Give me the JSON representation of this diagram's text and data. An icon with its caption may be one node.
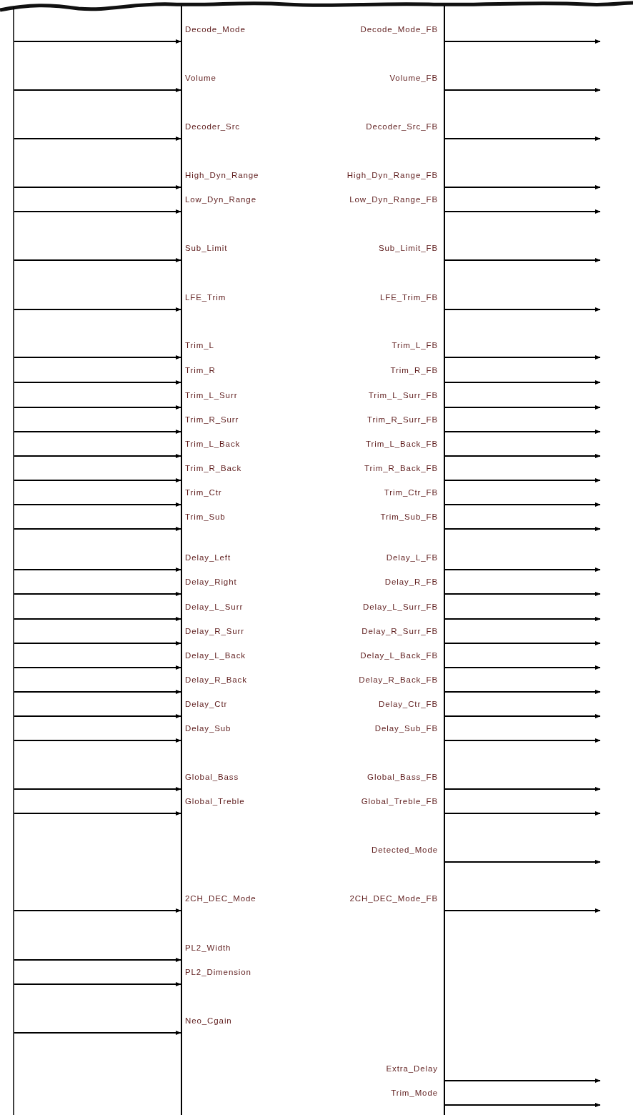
{
  "diagram": {
    "nodes": [
      {
        "text": [],
        "shape": "box"
      },
      {
        "text": [
          "Decode_Mode"
        ],
        "in": 0
      },
      {
        "text": [
          "Decode_Mode_FB"
        ],
        "in": 0
      },
      {
        "text": [
          "Volume"
        ],
        "in": 0
      },
      {
        "text": [
          "Volume_FB"
        ],
        "in": 0
      },
      {
        "text": [
          "Decoder_Src"
        ],
        "in": 0
      },
      {
        "text": [
          "Decoder_Src_FB"
        ],
        "in": 0
      },
      {
        "text": [
          "High_Dyn_Range"
        ],
        "in": 0
      },
      {
        "text": [
          "High_Dyn_Range_FB"
        ],
        "in": 0
      },
      {
        "text": [
          "Low_Dyn_Range"
        ],
        "in": 0
      },
      {
        "text": [
          "Low_Dyn_Range_FB"
        ],
        "in": 0
      },
      {
        "text": [
          "Sub_Limit"
        ],
        "in": 0
      },
      {
        "text": [
          "Sub_Limit_FB"
        ],
        "in": 0
      },
      {
        "text": [
          "LFE_Trim"
        ],
        "in": 0
      },
      {
        "text": [
          "LFE_Trim_FB"
        ],
        "in": 0
      },
      {
        "text": [
          "Trim_L"
        ],
        "in": 0
      },
      {
        "text": [
          "Trim_L_FB"
        ],
        "in": 0
      },
      {
        "text": [
          "Trim_R"
        ],
        "in": 0
      },
      {
        "text": [
          "Trim_R_FB"
        ],
        "in": 0
      },
      {
        "text": [
          "Trim_L_Surr"
        ],
        "in": 0
      },
      {
        "text": [
          "Trim_L_Surr_FB"
        ],
        "in": 0
      },
      {
        "text": [
          "Trim_R_Surr"
        ],
        "in": 0
      },
      {
        "text": [
          "Trim_R_Surr_FB"
        ],
        "in": 0
      },
      {
        "text": [
          "Trim_L_Back"
        ],
        "in": 0
      },
      {
        "text": [
          "Trim_L_Back_FB"
        ],
        "in": 0
      },
      {
        "text": [
          "Trim_R_Back"
        ],
        "in": 0
      },
      {
        "text": [
          "Trim_R_Back_FB"
        ],
        "in": 0
      },
      {
        "text": [
          "Trim_Ctr"
        ],
        "in": 0
      },
      {
        "text": [
          "Trim_Ctr_FB"
        ],
        "in": 0
      },
      {
        "text": [
          "Trim_Sub"
        ],
        "in": 0
      },
      {
        "text": [
          "Trim_Sub_FB"
        ],
        "in": 0
      },
      {
        "text": [
          "Delay_Left"
        ],
        "in": 0
      },
      {
        "text": [
          "Delay_L_FB"
        ],
        "in": 0
      },
      {
        "text": [
          "Delay_Right"
        ],
        "in": 0
      },
      {
        "text": [
          "Delay_R_FB"
        ],
        "in": 0
      },
      {
        "text": [
          "Delay_L_Surr"
        ],
        "in": 0
      },
      {
        "text": [
          "Delay_L_Surr_FB"
        ],
        "in": 0
      },
      {
        "text": [
          "Delay_R_Surr"
        ],
        "in": 0
      },
      {
        "text": [
          "Delay_R_Surr_FB"
        ],
        "in": 0
      },
      {
        "text": [
          "Delay_L_Back"
        ],
        "in": 0
      },
      {
        "text": [
          "Delay_L_Back_FB"
        ],
        "in": 0
      },
      {
        "text": [
          "Delay_R_Back"
        ],
        "in": 0
      },
      {
        "text": [
          "Delay_R_Back_FB"
        ],
        "in": 0
      },
      {
        "text": [
          "Delay_Ctr"
        ],
        "in": 0
      },
      {
        "text": [
          "Delay_Ctr_FB"
        ],
        "in": 0
      },
      {
        "text": [
          "Delay_Sub"
        ],
        "in": 0
      },
      {
        "text": [
          "Delay_Sub_FB"
        ],
        "in": 0
      },
      {
        "text": [
          "Global_Bass"
        ],
        "in": 0
      },
      {
        "text": [
          "Global_Bass_FB"
        ],
        "in": 0
      },
      {
        "text": [
          "Global_Treble"
        ],
        "in": 0
      },
      {
        "text": [
          "Global_Treble_FB"
        ],
        "in": 0
      },
      {
        "text": [
          "Detected_Mode"
        ],
        "in": 0
      },
      {
        "text": [
          "2CH_DEC_Mode"
        ],
        "in": 0
      },
      {
        "text": [
          "2CH_DEC_Mode_FB"
        ],
        "in": 0
      },
      {
        "text": [
          "PL2_Width"
        ],
        "in": 0
      },
      {
        "text": [
          "PL2_Dimension"
        ],
        "in": 0
      },
      {
        "text": [
          "Neo_Cgain"
        ],
        "in": 0
      },
      {
        "text": [
          "Extra_Delay"
        ],
        "in": 0
      },
      {
        "text": [
          "Trim_Mode"
        ],
        "in": 0
      }
    ],
    "edges": [
      {
        "from": null,
        "to": 1,
        "arrow": "to"
      },
      {
        "from": 2,
        "to": null,
        "arrow": "to"
      },
      {
        "from": null,
        "to": 3,
        "arrow": "to"
      },
      {
        "from": 4,
        "to": null,
        "arrow": "to"
      },
      {
        "from": null,
        "to": 5,
        "arrow": "to"
      },
      {
        "from": 6,
        "to": null,
        "arrow": "to"
      },
      {
        "from": null,
        "to": 7,
        "arrow": "to"
      },
      {
        "from": 8,
        "to": null,
        "arrow": "to"
      },
      {
        "from": null,
        "to": 9,
        "arrow": "to"
      },
      {
        "from": 10,
        "to": null,
        "arrow": "to"
      },
      {
        "from": null,
        "to": 11,
        "arrow": "to"
      },
      {
        "from": 12,
        "to": null,
        "arrow": "to"
      },
      {
        "from": null,
        "to": 13,
        "arrow": "to"
      },
      {
        "from": 14,
        "to": null,
        "arrow": "to"
      },
      {
        "from": null,
        "to": 15,
        "arrow": "to"
      },
      {
        "from": 16,
        "to": null,
        "arrow": "to"
      },
      {
        "from": null,
        "to": 17,
        "arrow": "to"
      },
      {
        "from": 18,
        "to": null,
        "arrow": "to"
      },
      {
        "from": null,
        "to": 19,
        "arrow": "to"
      },
      {
        "from": 20,
        "to": null,
        "arrow": "to"
      },
      {
        "from": null,
        "to": 21,
        "arrow": "to"
      },
      {
        "from": 22,
        "to": null,
        "arrow": "to"
      },
      {
        "from": null,
        "to": 23,
        "arrow": "to"
      },
      {
        "from": 24,
        "to": null,
        "arrow": "to"
      },
      {
        "from": null,
        "to": 25,
        "arrow": "to"
      },
      {
        "from": 26,
        "to": null,
        "arrow": "to"
      },
      {
        "from": null,
        "to": 27,
        "arrow": "to"
      },
      {
        "from": 28,
        "to": null,
        "arrow": "to"
      },
      {
        "from": null,
        "to": 29,
        "arrow": "to"
      },
      {
        "from": 30,
        "to": null,
        "arrow": "to"
      },
      {
        "from": null,
        "to": 31,
        "arrow": "to"
      },
      {
        "from": 32,
        "to": null,
        "arrow": "to"
      },
      {
        "from": null,
        "to": 33,
        "arrow": "to"
      },
      {
        "from": 34,
        "to": null,
        "arrow": "to"
      },
      {
        "from": null,
        "to": 35,
        "arrow": "to"
      },
      {
        "from": 36,
        "to": null,
        "arrow": "to"
      },
      {
        "from": null,
        "to": 37,
        "arrow": "to"
      },
      {
        "from": 38,
        "to": null,
        "arrow": "to"
      },
      {
        "from": null,
        "to": 39,
        "arrow": "to"
      },
      {
        "from": 40,
        "to": null,
        "arrow": "to"
      },
      {
        "from": null,
        "to": 41,
        "arrow": "to"
      },
      {
        "from": 42,
        "to": null,
        "arrow": "to"
      },
      {
        "from": null,
        "to": 43,
        "arrow": "to"
      },
      {
        "from": 44,
        "to": null,
        "arrow": "to"
      },
      {
        "from": null,
        "to": 45,
        "arrow": "to"
      },
      {
        "from": 46,
        "to": null,
        "arrow": "to"
      },
      {
        "from": null,
        "to": 47,
        "arrow": "to"
      },
      {
        "from": 48,
        "to": null,
        "arrow": "to"
      },
      {
        "from": null,
        "to": 49,
        "arrow": "to"
      },
      {
        "from": 50,
        "to": null,
        "arrow": "to"
      },
      {
        "from": 51,
        "to": null,
        "arrow": "to"
      },
      {
        "from": null,
        "to": 52,
        "arrow": "to"
      },
      {
        "from": 53,
        "to": null,
        "arrow": "to"
      },
      {
        "from": null,
        "to": 54,
        "arrow": "to"
      },
      {
        "from": null,
        "to": 55,
        "arrow": "to"
      },
      {
        "from": null,
        "to": 56,
        "arrow": "to"
      },
      {
        "from": 57,
        "to": null,
        "arrow": "to"
      },
      {
        "from": 58,
        "to": null,
        "arrow": "to"
      }
    ]
  }
}
